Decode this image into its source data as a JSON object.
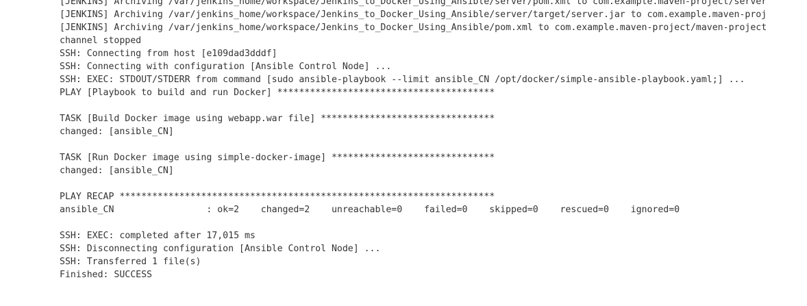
{
  "console": {
    "lines": [
      "[JENKINS] Archiving /var/jenkins_home/workspace/Jenkins_to_Docker_Using_Ansible/server/pom.xml to com.example.maven-project/server",
      "[JENKINS] Archiving /var/jenkins_home/workspace/Jenkins_to_Docker_Using_Ansible/server/target/server.jar to com.example.maven-proj",
      "[JENKINS] Archiving /var/jenkins_home/workspace/Jenkins_to_Docker_Using_Ansible/pom.xml to com.example.maven-project/maven-project",
      "channel stopped",
      "SSH: Connecting from host [e109dad3dddf]",
      "SSH: Connecting with configuration [Ansible Control Node] ...",
      "SSH: EXEC: STDOUT/STDERR from command [sudo ansible-playbook --limit ansible_CN /opt/docker/simple-ansible-playbook.yaml;] ...",
      "PLAY [Playbook to build and run Docker] ****************************************",
      "",
      "TASK [Build Docker image using webapp.war file] ********************************",
      "changed: [ansible_CN]",
      "",
      "TASK [Run Docker image using simple-docker-image] ******************************",
      "changed: [ansible_CN]",
      "",
      "PLAY RECAP *********************************************************************",
      "ansible_CN                 : ok=2    changed=2    unreachable=0    failed=0    skipped=0    rescued=0    ignored=0",
      "",
      "SSH: EXEC: completed after 17,015 ms",
      "SSH: Disconnecting configuration [Ansible Control Node] ...",
      "SSH: Transferred 1 file(s)",
      "Finished: SUCCESS"
    ]
  }
}
